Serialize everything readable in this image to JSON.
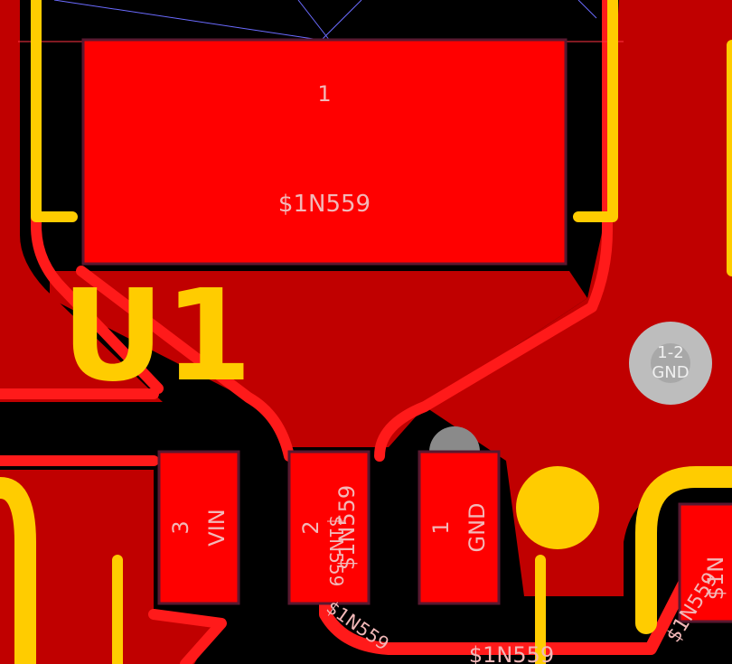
{
  "colors": {
    "background": "#000000",
    "copper_zone": "#cc0000",
    "copper_pad": "#ff0000",
    "copper_track": "#ff1a1a",
    "silkscreen": "#ffcc00",
    "pad_outline": "#5a1830",
    "label": "#f2b8b8",
    "via": "#bdbdbd",
    "courtyard": "#6b6bff"
  },
  "component": {
    "reference": "U1"
  },
  "pads": {
    "tab": {
      "number": "1",
      "net": "$1N559"
    },
    "pin3": {
      "number": "3",
      "net": "VIN"
    },
    "pin2": {
      "number": "2",
      "net": "$1N559"
    },
    "pin1": {
      "number": "1",
      "net": "GND"
    }
  },
  "via": {
    "layers": "1-2",
    "net": "GND"
  },
  "track_labels": {
    "track_a": "$1N559",
    "track_b": "$1N559",
    "track_c": "$1N559",
    "track_d": "$1N559"
  },
  "edge_pad": {
    "net": "$1N"
  }
}
